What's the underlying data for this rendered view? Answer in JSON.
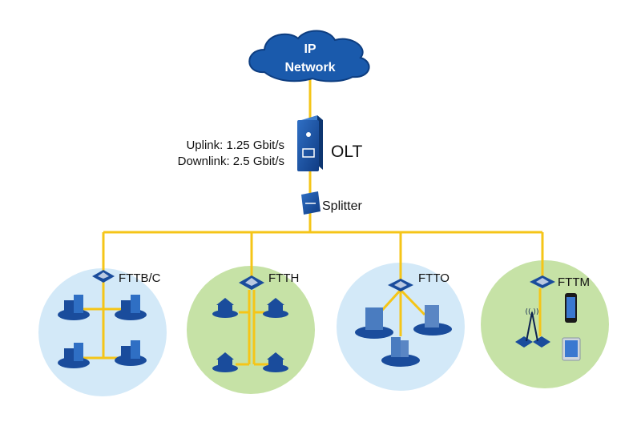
{
  "cloud": {
    "line1": "IP",
    "line2": "Network"
  },
  "olt": {
    "label": "OLT",
    "uplink": "Uplink: 1.25 Gbit/s",
    "downlink": "Downlink: 2.5 Gbit/s"
  },
  "splitter": {
    "label": "Splitter"
  },
  "colors": {
    "fiber": "#f5c518",
    "device": "#1a4c9c",
    "blue_zone": "#d3e9f8",
    "green_zone": "#c6e2a6"
  },
  "zones": [
    {
      "label": "FTTB/C",
      "endpoints": [
        "building",
        "building",
        "building",
        "building"
      ]
    },
    {
      "label": "FTTH",
      "endpoints": [
        "house",
        "house",
        "house",
        "house"
      ]
    },
    {
      "label": "FTTO",
      "endpoints": [
        "office-tower",
        "office-tower",
        "office-tower"
      ]
    },
    {
      "label": "FTTM",
      "endpoints": [
        "base-station",
        "smartphone",
        "tablet"
      ]
    }
  ]
}
